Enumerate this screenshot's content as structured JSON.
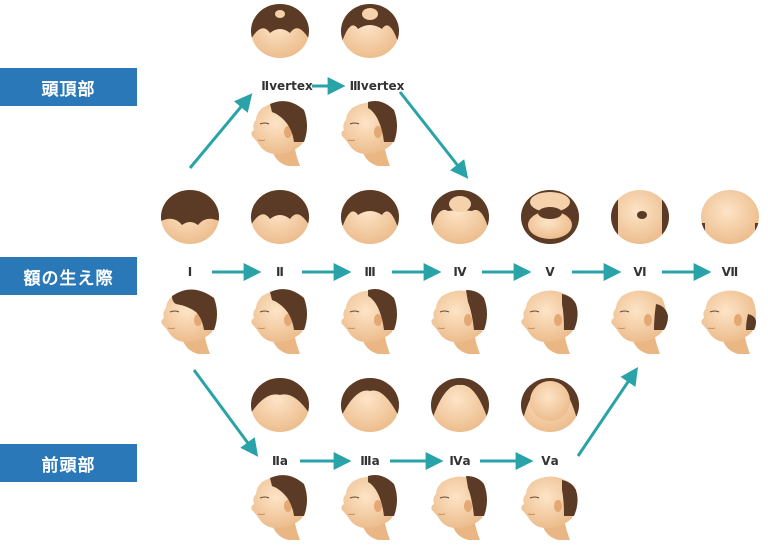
{
  "rows": {
    "vertex": "頭頂部",
    "hairline": "額の生え際",
    "front": "前頭部"
  },
  "stages": {
    "v2": "Ⅱvertex",
    "v3": "Ⅲvertex",
    "s1": "Ⅰ",
    "s2": "Ⅱ",
    "s3": "Ⅲ",
    "s4": "Ⅳ",
    "s5": "Ⅴ",
    "s6": "Ⅵ",
    "s7": "Ⅶ",
    "a2": "Ⅱa",
    "a3": "Ⅲa",
    "a4": "Ⅳa",
    "a5": "Ⅴa"
  },
  "colors": {
    "row_label_bg": "#2a78b8",
    "arrow": "#2aa3a8",
    "hair": "#5b3a26",
    "skin": "#f3c89b"
  }
}
